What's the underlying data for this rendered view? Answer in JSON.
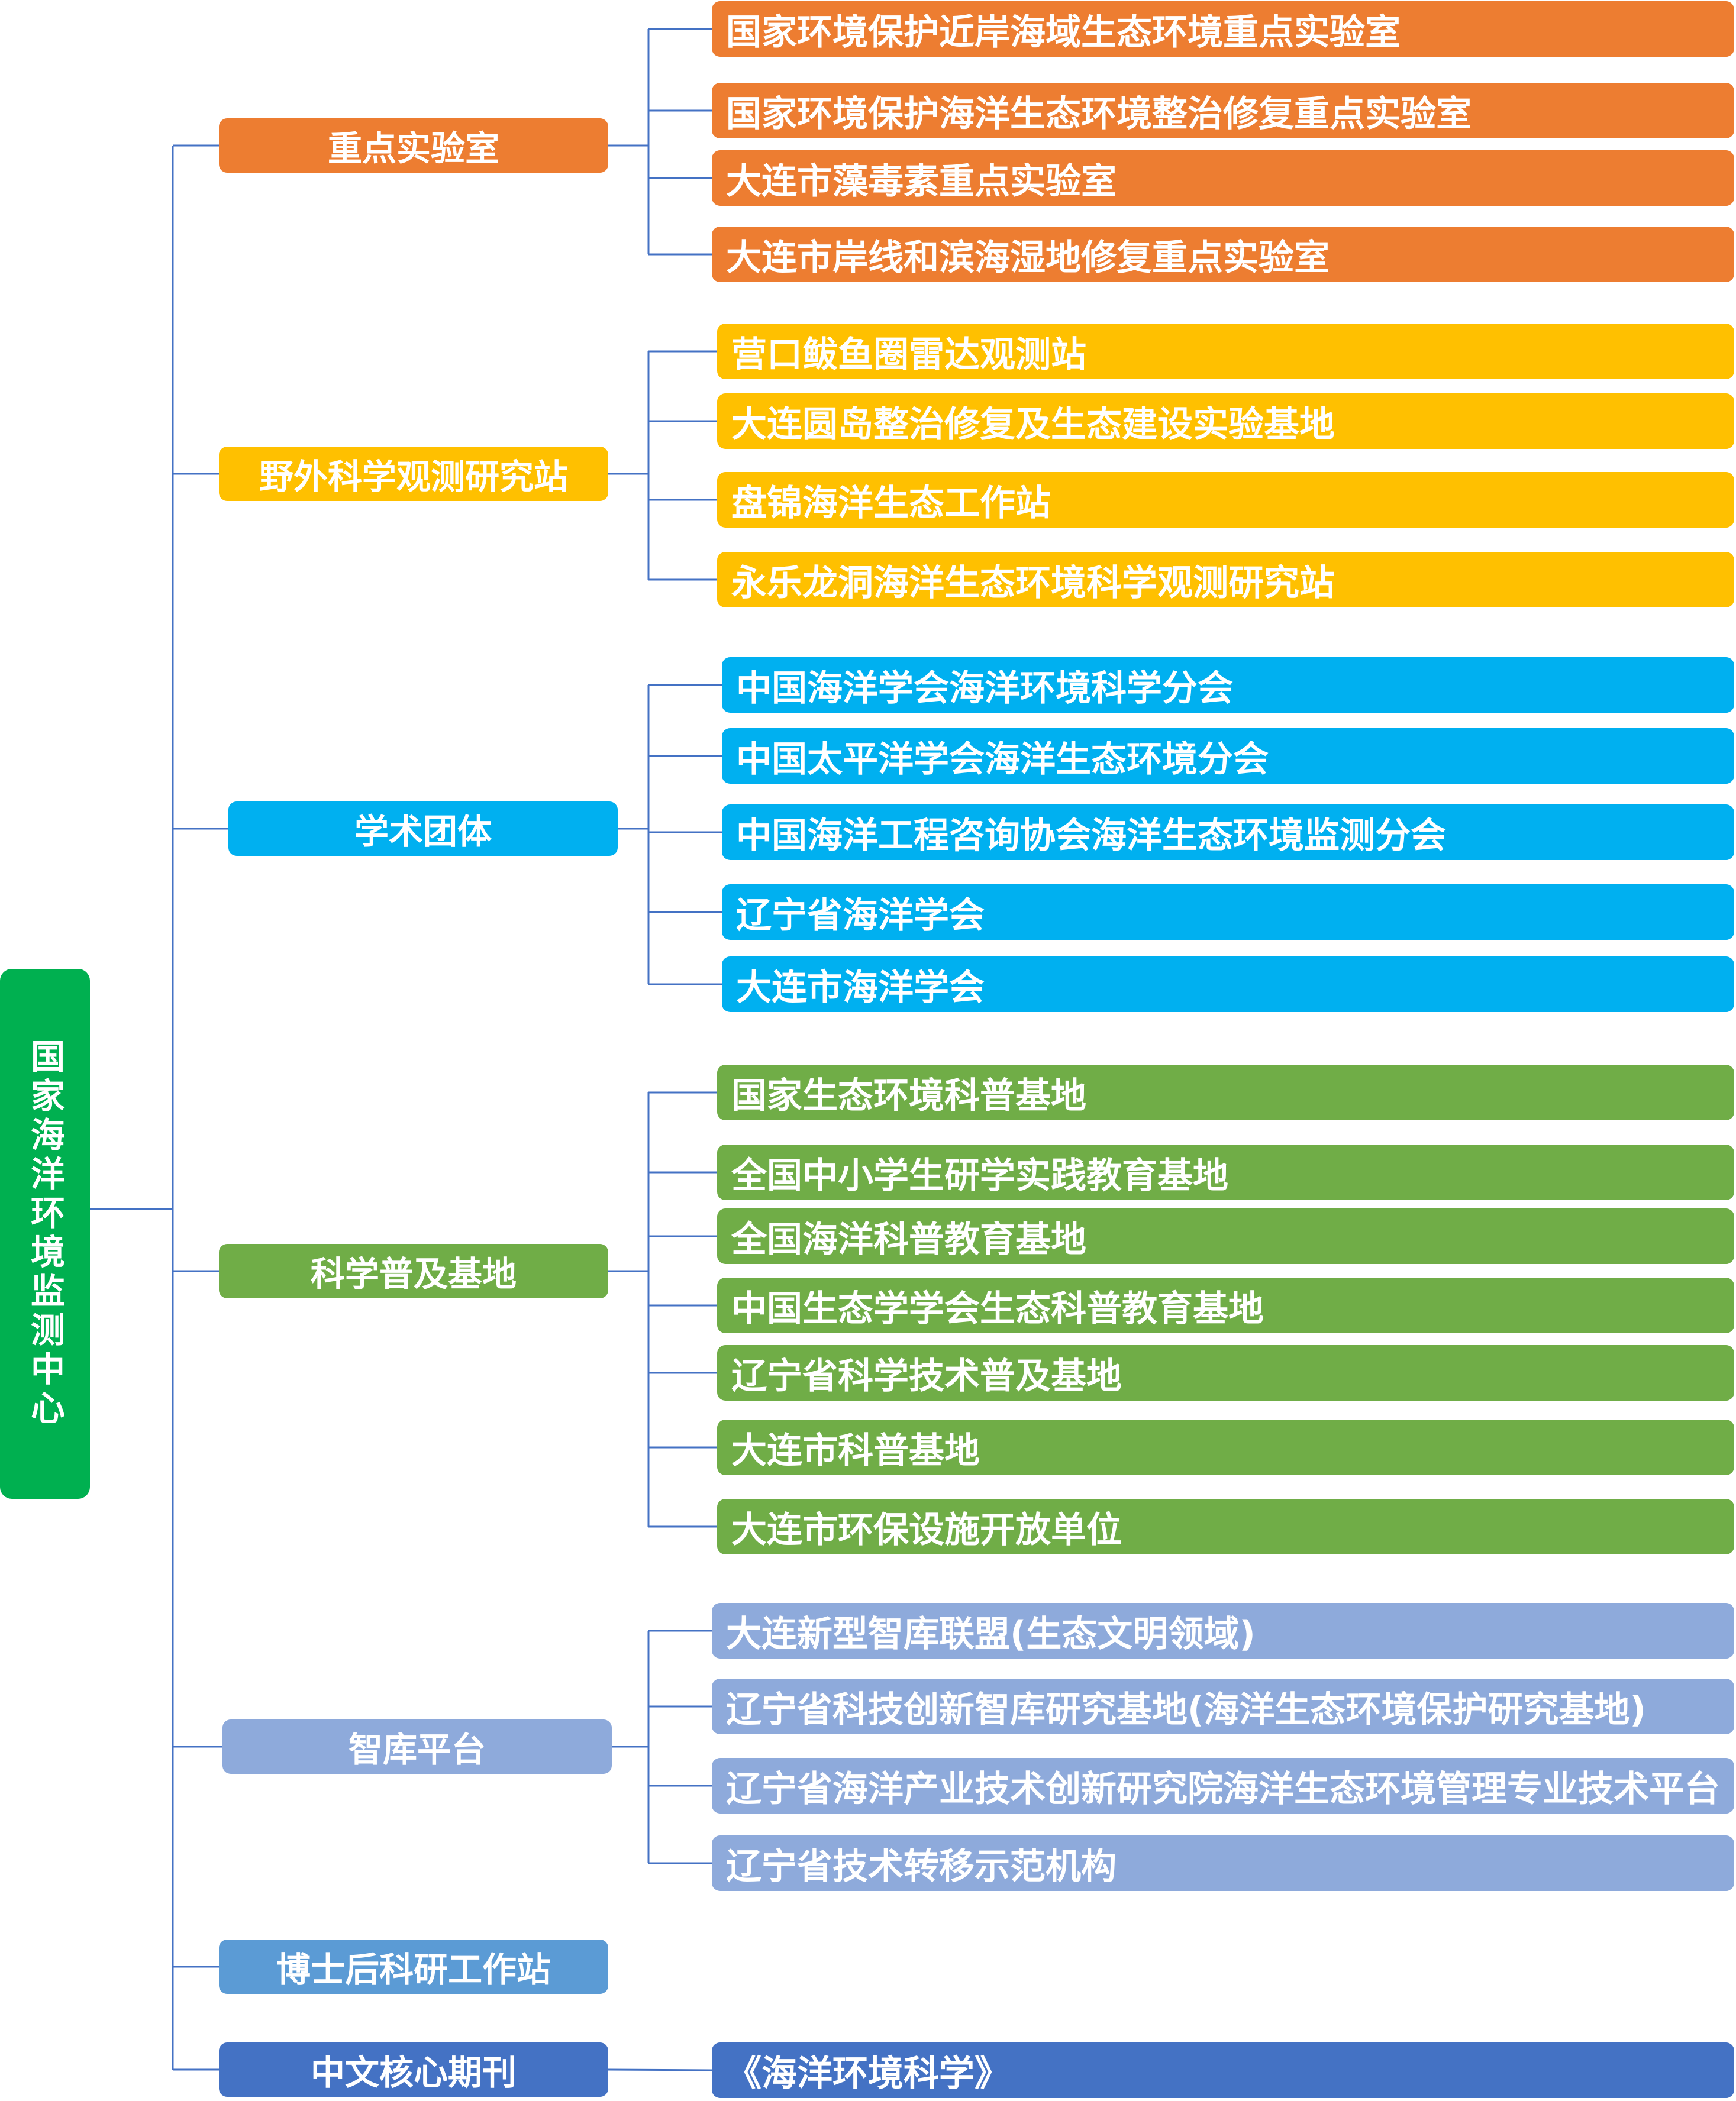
{
  "root": {
    "label": "国家海洋环境监测中心",
    "color": "#00b050"
  },
  "categories": [
    {
      "label": "重点实验室",
      "color": "#ed7d31",
      "items": [
        "国家环境保护近岸海域生态环境重点实验室",
        "国家环境保护海洋生态环境整治修复重点实验室",
        "大连市藻毒素重点实验室",
        "大连市岸线和滨海湿地修复重点实验室"
      ]
    },
    {
      "label": "野外科学观测研究站",
      "color": "#ffc000",
      "items": [
        "营口鲅鱼圈雷达观测站",
        "大连圆岛整治修复及生态建设实验基地",
        "盘锦海洋生态工作站",
        "永乐龙洞海洋生态环境科学观测研究站"
      ]
    },
    {
      "label": "学术团体",
      "color": "#00b0f0",
      "items": [
        "中国海洋学会海洋环境科学分会",
        "中国太平洋学会海洋生态环境分会",
        "中国海洋工程咨询协会海洋生态环境监测分会",
        "辽宁省海洋学会",
        "大连市海洋学会"
      ]
    },
    {
      "label": "科学普及基地",
      "color": "#70ad47",
      "items": [
        "国家生态环境科普基地",
        "全国中小学生研学实践教育基地",
        "全国海洋科普教育基地",
        "中国生态学学会生态科普教育基地",
        "辽宁省科学技术普及基地",
        "大连市科普基地",
        "大连市环保设施开放单位"
      ]
    },
    {
      "label": "智库平台",
      "color": "#8eaadb",
      "items": [
        "大连新型智库联盟(生态文明领域)",
        "辽宁省科技创新智库研究基地(海洋生态环境保护研究基地)",
        "辽宁省海洋产业技术创新研究院海洋生态环境管理专业技术平台",
        "辽宁省技术转移示范机构"
      ]
    },
    {
      "label": "博士后科研工作站",
      "color": "#5b9bd5",
      "items": []
    },
    {
      "label": "中文核心期刊",
      "color": "#4472c4",
      "items": [
        "《海洋环境科学》"
      ]
    }
  ],
  "connector_color": "#4472c4"
}
